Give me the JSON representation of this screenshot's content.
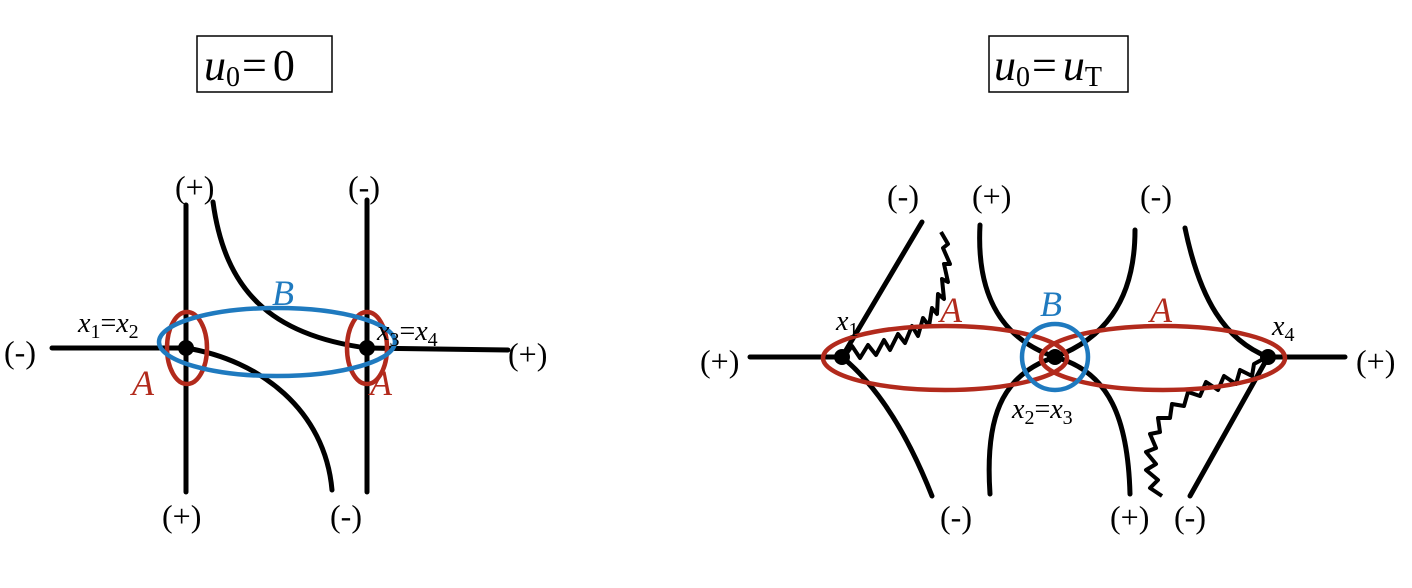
{
  "left_panel": {
    "title": {
      "lhs": "u",
      "sub": "0",
      "eq": "=",
      "rhs": "0"
    },
    "labels": {
      "top_left": "(+)",
      "top_right": "(-)",
      "bottom_left": "(+)",
      "bottom_right": "(-)",
      "left": "(-)",
      "right": "(+)",
      "region_b": "B",
      "region_a_left": "A",
      "region_a_right": "A",
      "pt_left": {
        "a": "x",
        "a_sub": "1",
        "eq": "=",
        "b": "x",
        "b_sub": "2"
      },
      "pt_right": {
        "a": "x",
        "a_sub": "3",
        "eq": "=",
        "b": "x",
        "b_sub": "4"
      }
    }
  },
  "right_panel": {
    "title": {
      "lhs": "u",
      "sub": "0",
      "eq": "=",
      "rhs": "u",
      "rhs_sub": "T"
    },
    "labels": {
      "top_1": "(-)",
      "top_2": "(+)",
      "top_3": "(-)",
      "bottom_1": "(-)",
      "bottom_2": "(+)",
      "bottom_3": "(-)",
      "left": "(+)",
      "right": "(+)",
      "region_b": "B",
      "region_a_left": "A",
      "region_a_right": "A",
      "x1": {
        "a": "x",
        "a_sub": "1"
      },
      "x4": {
        "a": "x",
        "a_sub": "4"
      },
      "x23": {
        "a": "x",
        "a_sub": "2",
        "eq": "=",
        "b": "x",
        "b_sub": "3"
      }
    }
  },
  "colors": {
    "ellipse_a": "#b22a1c",
    "ellipse_b": "#1f7abf",
    "wire": "#000000"
  }
}
